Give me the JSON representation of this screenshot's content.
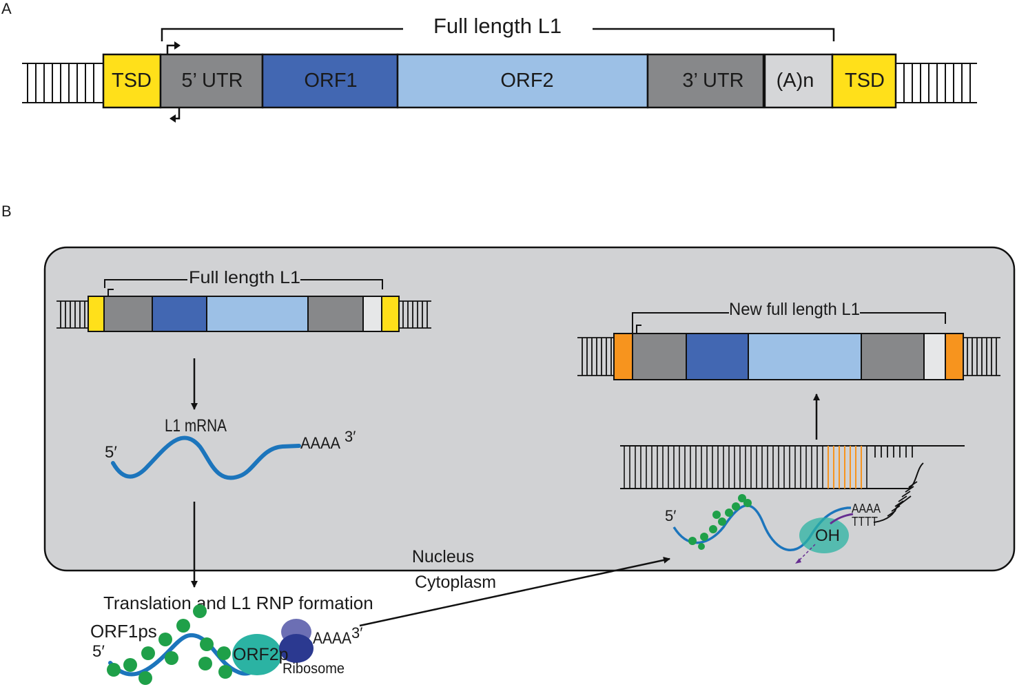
{
  "panel_a": {
    "label": "A",
    "title": "Full length L1",
    "segments": {
      "tsd_left": "TSD",
      "utr5": "5’ UTR",
      "orf1": "ORF1",
      "orf2": "ORF2",
      "utr3": "3’ UTR",
      "polya": "(A)n",
      "tsd_right": "TSD"
    }
  },
  "panel_b": {
    "label": "B",
    "left_title": "Full length L1",
    "mrna_label": "L1 mRNA",
    "mrna_5": "5′",
    "mrna_tail": "AAAA",
    "mrna_3": "3′",
    "new_title": "New full length L1",
    "tprt_5": "5′",
    "tprt_aaaa": "AAAA",
    "tprt_tttt": "TTTT",
    "tprt_oh": "OH",
    "nucleus": "Nucleus",
    "cytoplasm": "Cytoplasm",
    "translation": "Translation and L1 RNP formation",
    "orf1ps": "ORF1ps",
    "rnp_5": "5′",
    "orf2p": "ORF2p",
    "rnp_tail": "AAAA",
    "rnp_3": "3′",
    "ribosome": "Ribosome"
  },
  "colors": {
    "tsd": "#FFE01A",
    "utr": "#87888A",
    "orf1": "#4267B2",
    "orf2": "#9CC0E6",
    "polya": "#D5D6D8",
    "new_tsd": "#F7941E",
    "nucleus_bg": "#D1D2D4",
    "rna": "#1C75BC",
    "orf1p": "#1FA049",
    "orf2p": "#2BB3A3",
    "ribosome_dark": "#2B3990",
    "ribosome_light": "#6C6FB4"
  }
}
